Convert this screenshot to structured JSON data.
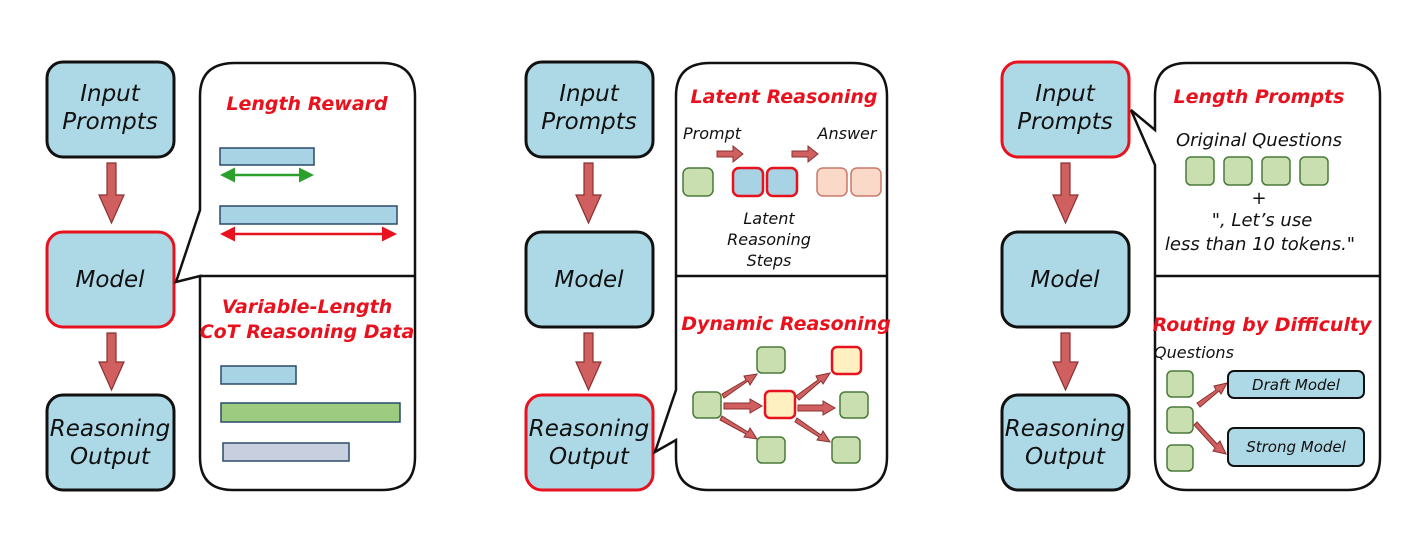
{
  "colors": {
    "box_fill": "#add8e6",
    "highlight_border": "#e8121e",
    "arrow_fill": "#d06060",
    "green_token": "#c9dfb0",
    "peach_token": "#fbd9c8",
    "yellow_token": "#fef0c0",
    "bar_blue": "#a8d3e4",
    "bar_green": "#9dcc80",
    "bar_gray": "#c8d0e0",
    "green_arrow": "#2ca02c",
    "red_arrow": "#e8121e"
  },
  "flows": [
    {
      "nodes": [
        "Input Prompts",
        "Model",
        "Reasoning Output"
      ],
      "highlighted_node": "Model",
      "top_panel": {
        "title": "Length Reward"
      },
      "bottom_panel": {
        "title_line1": "Variable-Length",
        "title_line2": "CoT Reasoning Data"
      }
    },
    {
      "nodes": [
        "Input Prompts",
        "Model",
        "Reasoning Output"
      ],
      "highlighted_node": "Reasoning Output",
      "top_panel": {
        "title": "Latent Reasoning",
        "prompt_label": "Prompt",
        "answer_label": "Answer",
        "steps_label": [
          "Latent",
          "Reasoning",
          "Steps"
        ]
      },
      "bottom_panel": {
        "title": "Dynamic Reasoning"
      }
    },
    {
      "nodes": [
        "Input Prompts",
        "Model",
        "Reasoning Output"
      ],
      "highlighted_node": "Input Prompts",
      "top_panel": {
        "title": "Length Prompts",
        "subtitle": "Original Questions",
        "plus": "+",
        "suffix_line1": "\", Let’s use",
        "suffix_line2": "less than 10 tokens.\""
      },
      "bottom_panel": {
        "title": "Routing by Difficulty",
        "questions_label": "Questions",
        "draft_model": "Draft  Model",
        "strong_model": "Strong Model"
      }
    }
  ]
}
